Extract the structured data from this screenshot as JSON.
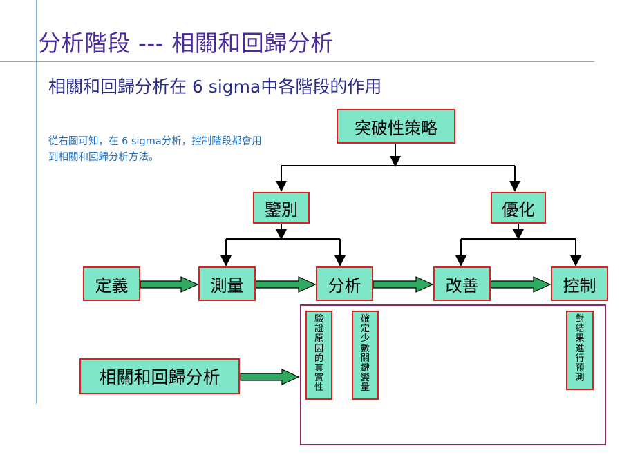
{
  "slide": {
    "title": "分析階段 --- 相關和回歸分析",
    "subtitle": "相關和回歸分析在 6 sigma中各階段的作用",
    "note": "從右圖可知，在 6 sigma分析，控制階段都會用到相關和回歸分析方法。"
  },
  "diagram": {
    "root": "突破性策略",
    "branches": [
      "鑒別",
      "優化"
    ],
    "phases": [
      "定義",
      "測量",
      "分析",
      "改善",
      "控制"
    ],
    "tool": "相關和回歸分析",
    "usages": {
      "analysis_1": "驗證原因的真實性",
      "analysis_2": "確定少數關鍵變量",
      "control": "對結果進行預測"
    }
  },
  "colors": {
    "box_fill": "#7fe6c7",
    "box_border": "#e02020",
    "arrow_fill": "#2faa60",
    "region_border": "#8a2a66",
    "title": "#4a2a9a"
  }
}
